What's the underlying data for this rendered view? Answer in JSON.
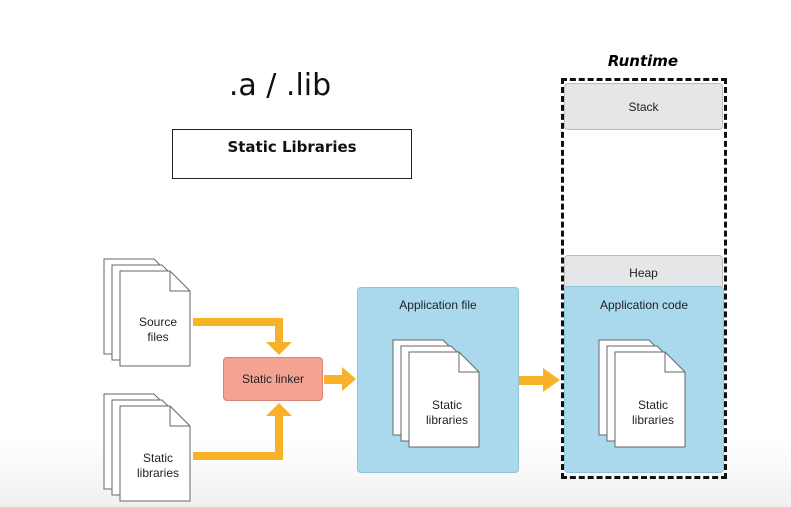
{
  "heading": ".a / .lib",
  "title_box": "Static Libraries",
  "runtime": {
    "title": "Runtime",
    "stack": "Stack",
    "heap": "Heap",
    "application_code": {
      "title": "Application code",
      "doc_label_line1": "Static",
      "doc_label_line2": "libraries"
    }
  },
  "inputs": {
    "source_files": {
      "line1": "Source",
      "line2": "files"
    },
    "static_libraries": {
      "line1": "Static",
      "line2": "libraries"
    }
  },
  "linker": "Static linker",
  "application_file": {
    "title": "Application file",
    "doc_label_line1": "Static",
    "doc_label_line2": "libraries"
  },
  "colors": {
    "arrow": "#f9b128",
    "linker_fill": "#f4a393",
    "panel_fill": "#aad9ee",
    "segment_fill": "#e6e6e8"
  },
  "icons": [
    "document-stack-icon",
    "arrow-right-icon",
    "arrow-down-icon",
    "arrow-up-icon"
  ]
}
